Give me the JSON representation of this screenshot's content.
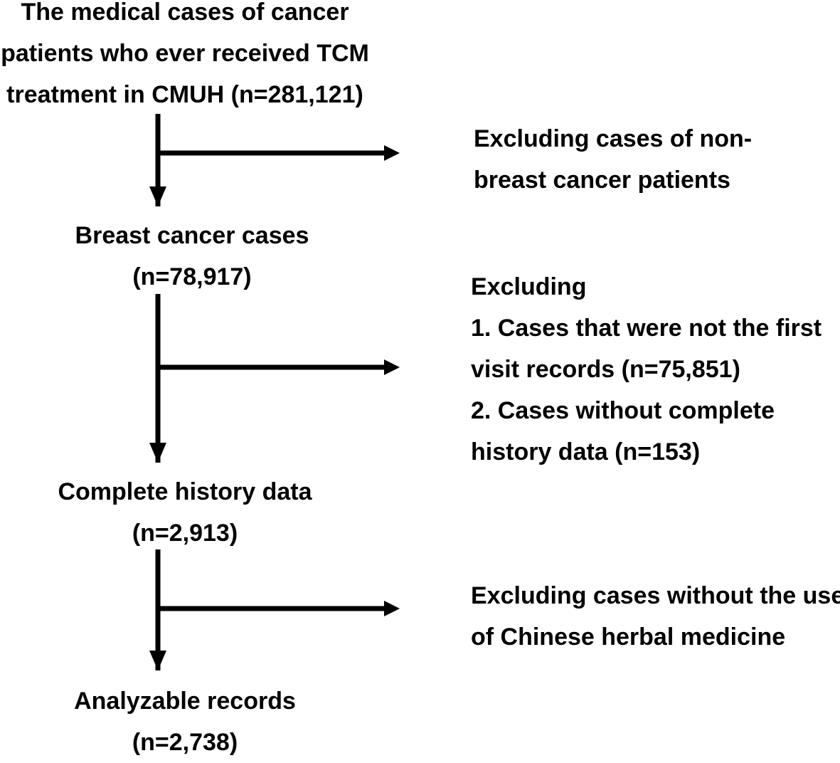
{
  "flow": {
    "main_steps": [
      {
        "lines": [
          "The medical cases of cancer",
          "patients who ever received TCM",
          "treatment in CMUH (n=281,121)"
        ]
      },
      {
        "lines": [
          "Breast cancer cases",
          "(n=78,917)"
        ]
      },
      {
        "lines": [
          "Complete history data",
          "(n=2,913)"
        ]
      },
      {
        "lines": [
          "Analyzable records",
          "(n=2,738)"
        ]
      }
    ],
    "exclusions": [
      {
        "lines": [
          "Excluding cases of non-",
          "breast cancer patients"
        ]
      },
      {
        "lines": [
          "Excluding",
          "1. Cases that were not the first",
          "visit records (n=75,851)",
          "2. Cases without complete",
          "history data (n=153)"
        ]
      },
      {
        "lines": [
          "Excluding cases without the use",
          "of Chinese herbal medicine"
        ]
      }
    ]
  },
  "colors": {
    "line": "#000000",
    "text": "#000000",
    "background": "#ffffff"
  }
}
